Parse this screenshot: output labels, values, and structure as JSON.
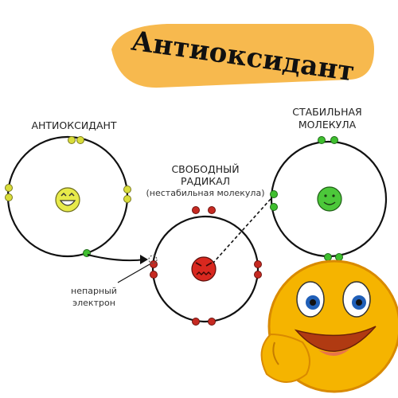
{
  "title": "Антиоксидант",
  "labels": {
    "antioxidant": "АНТИОКСИДАНТ",
    "free_radical_line1": "СВОБОДНЫЙ",
    "free_radical_line2": "РАДИКАЛ",
    "free_radical_note": "(нестабильная молекула)",
    "stable_line1": "СТАБИЛЬНАЯ",
    "stable_line2": "МОЛЕКУЛА",
    "unpaired_line1": "непарный",
    "unpaired_line2": "электрон"
  },
  "colors": {
    "banner": "#f7b94e",
    "antioxidant_electron": "#d9dd3a",
    "antioxidant_face": "#e7ea4a",
    "radical_electron": "#c62a22",
    "radical_face": "#d9281f",
    "stable_electron": "#3fbf2f",
    "stable_face": "#4cc83a",
    "emoji_face": "#f5b400"
  },
  "icons": {
    "antioxidant_nucleus": "grinning-face-icon",
    "radical_nucleus": "angry-face-icon",
    "stable_nucleus": "smiling-face-icon",
    "corner_emoji": "laughing-emoji-icon"
  }
}
